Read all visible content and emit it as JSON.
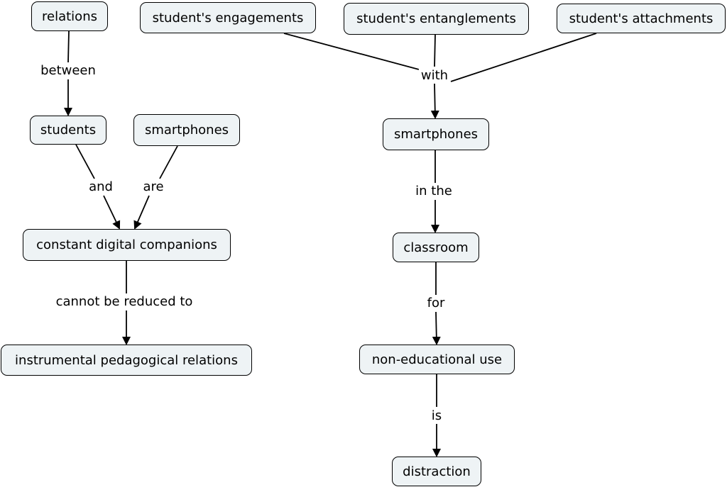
{
  "nodes": {
    "relations": "relations",
    "students": "students",
    "smartphones_left": "smartphones",
    "constant_digital_companions": "constant digital companions",
    "instrumental_pedagogical_relations": "instrumental pedagogical relations",
    "students_engagements": "student's engagements",
    "students_entanglements": "student's entanglements",
    "students_attachments": "student's attachments",
    "smartphones_right": "smartphones",
    "classroom": "classroom",
    "non_educational_use": "non-educational use",
    "distraction": "distraction"
  },
  "links": {
    "between": "between",
    "and": "and",
    "are": "are",
    "cannot_be_reduced_to": "cannot be reduced to",
    "with": "with",
    "in_the": "in the",
    "for": "for",
    "is": "is"
  }
}
